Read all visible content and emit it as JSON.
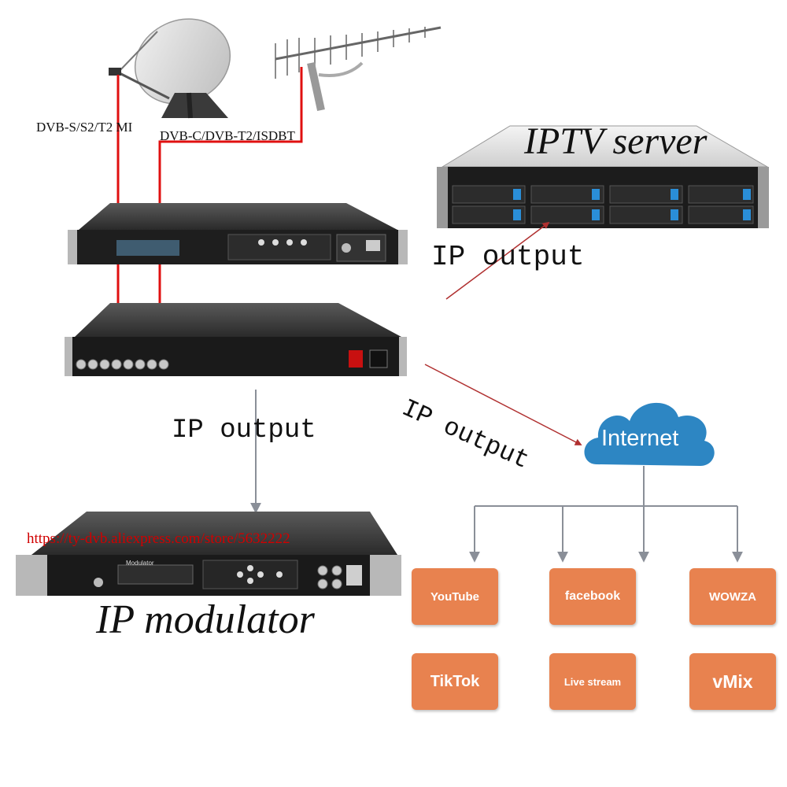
{
  "signals": {
    "satellite": "DVB-S/S2/T2 MI",
    "terrestrial": "DVB-C/DVB-T2/ISDBT"
  },
  "iptv_server": {
    "title": "IPTV server"
  },
  "ip_outputs": {
    "to_server": "IP output",
    "to_internet": "IP output",
    "to_modulator": "IP output"
  },
  "store_url": "https://ty-dvb.aliexpress.com/store/5632222",
  "modulator": {
    "title": "IP modulator",
    "panel_text": "Modulator"
  },
  "internet": {
    "label": "Internet",
    "cloud_color": "#2d86c3"
  },
  "services": {
    "youtube": "YouTube",
    "facebook": "facebook",
    "wowza": "WOWZA",
    "tiktok": "TikTok",
    "live_stream": "Live stream",
    "vmix": "vMix"
  },
  "colors": {
    "signal_line": "#e01010",
    "service_box": "#e8824f",
    "connector_gray": "#8a8f98"
  },
  "icons": {
    "satellite_dish": "satellite-dish-icon",
    "yagi_antenna": "yagi-antenna-icon",
    "cloud": "cloud-icon"
  }
}
